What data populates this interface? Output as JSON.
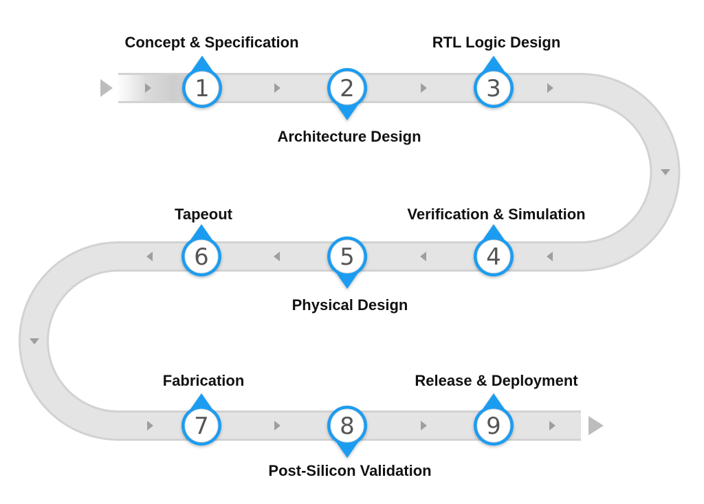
{
  "colors": {
    "track": "#e4e4e4",
    "track_edge": "#d2d2d2",
    "arrow": "#9e9e9e",
    "accent": "#1c9cf0",
    "accent_dark": "#0e7fd0",
    "number": "#555555",
    "label": "#111111"
  },
  "steps": [
    {
      "number": "1",
      "label": "Concept & Specification",
      "label_position": "above"
    },
    {
      "number": "2",
      "label": "Architecture Design",
      "label_position": "below"
    },
    {
      "number": "3",
      "label": "RTL Logic Design",
      "label_position": "above"
    },
    {
      "number": "4",
      "label": "Verification & Simulation",
      "label_position": "above"
    },
    {
      "number": "5",
      "label": "Physical Design",
      "label_position": "below"
    },
    {
      "number": "6",
      "label": "Tapeout",
      "label_position": "above"
    },
    {
      "number": "7",
      "label": "Fabrication",
      "label_position": "above"
    },
    {
      "number": "8",
      "label": "Post-Silicon Validation",
      "label_position": "below"
    },
    {
      "number": "9",
      "label": "Release & Deployment",
      "label_position": "above"
    }
  ]
}
